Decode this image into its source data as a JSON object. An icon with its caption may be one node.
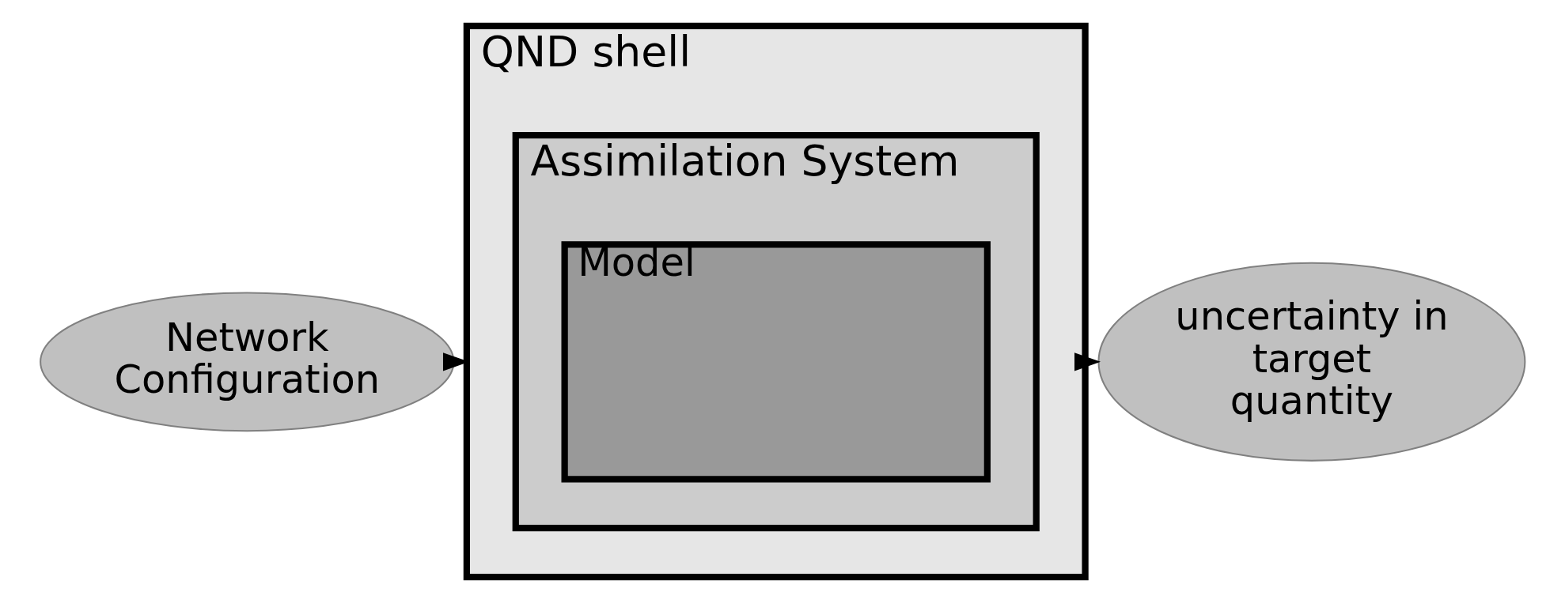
{
  "diagram": {
    "nodes": [
      {
        "text": [
          "Network Configuration"
        ]
      },
      {
        "text": [
          "QND shell"
        ]
      },
      {
        "text": [
          "Assimilation System"
        ],
        "in": 1
      },
      {
        "text": [
          "Model"
        ],
        "in": 2
      },
      {
        "text": [
          "uncertainty in target quantity"
        ]
      }
    ],
    "edges": [
      {
        "from": 0,
        "to": 1,
        "arrow": "to"
      },
      {
        "from": 1,
        "to": 4,
        "arrow": "to"
      }
    ]
  }
}
